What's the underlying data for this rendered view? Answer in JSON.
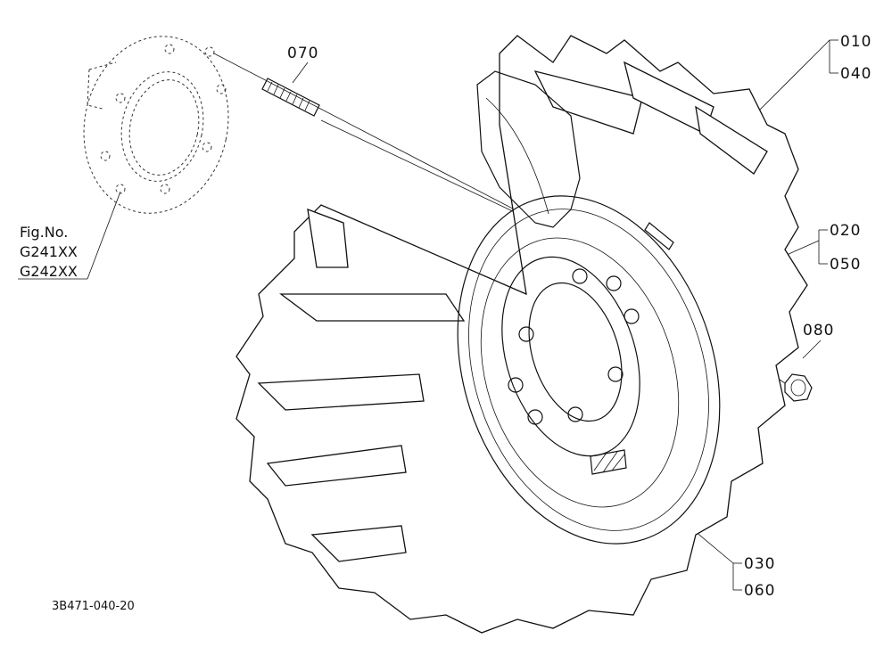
{
  "callouts": {
    "c010": "010",
    "c040": "040",
    "c020": "020",
    "c050": "050",
    "c030": "030",
    "c060": "060",
    "c070": "070",
    "c080": "080"
  },
  "fig_ref": {
    "line1": "Fig.No.",
    "line2": "G241XX",
    "line3": "G242XX"
  },
  "drawing_number": "3B471-040-20"
}
